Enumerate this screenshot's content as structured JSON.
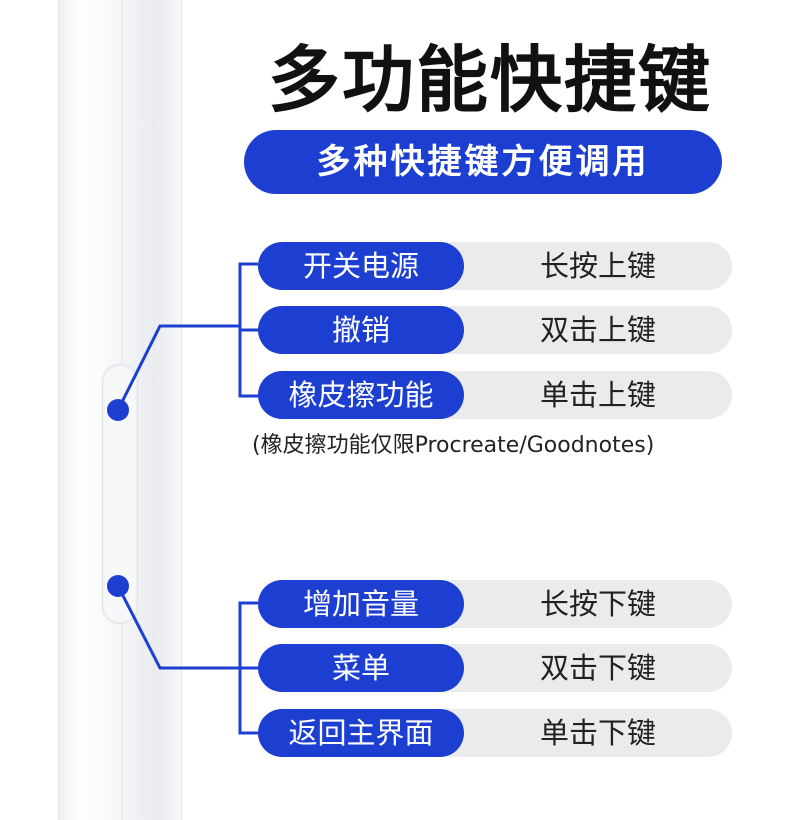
{
  "title": "多功能快捷键",
  "subtitle": "多种快捷键方便调用",
  "upper_group": [
    {
      "label": "开关电源",
      "action": "长按上键"
    },
    {
      "label": "撤销",
      "action": "双击上键"
    },
    {
      "label": "橡皮擦功能",
      "action": "单击上键"
    }
  ],
  "note": "(橡皮擦功能仅限Procreate/Goodnotes)",
  "lower_group": [
    {
      "label": "增加音量",
      "action": "长按下键"
    },
    {
      "label": "菜单",
      "action": "双击下键"
    },
    {
      "label": "返回主界面",
      "action": "单击下键"
    }
  ],
  "colors": {
    "accent": "#1d3fd1",
    "row_bg": "#ebebeb",
    "text": "#111111"
  }
}
